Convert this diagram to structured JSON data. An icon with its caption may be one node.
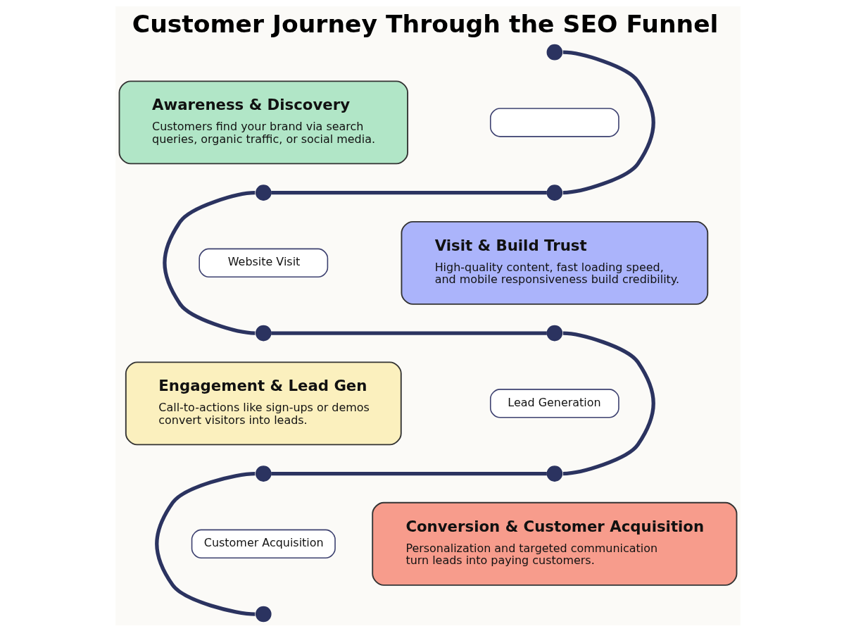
{
  "diagram": {
    "title": "Customer Journey Through the SEO Funnel",
    "nodes": [
      {
        "text": [],
        "shape": "circle"
      },
      {
        "text": [
          "Awareness & Discovery",
          "Customers find your brand via search queries, organic traffic, or social media."
        ]
      },
      {
        "text": [],
        "shape": "box"
      },
      {
        "text": [],
        "shape": "circle"
      },
      {
        "text": [],
        "shape": "circle"
      },
      {
        "text": [
          "Website Visit"
        ]
      },
      {
        "text": [
          "Visit & Build Trust",
          "High-quality content, fast loading speed, and mobile responsiveness build credibility."
        ]
      },
      {
        "text": [],
        "shape": "circle"
      },
      {
        "text": [],
        "shape": "circle"
      },
      {
        "text": [
          "Engagement & Lead Gen",
          "Call-to-actions like sign-ups or demos convert visitors into leads."
        ]
      },
      {
        "text": [
          "Lead Generation"
        ]
      },
      {
        "text": [],
        "shape": "circle"
      },
      {
        "text": [],
        "shape": "circle"
      },
      {
        "text": [
          "Customer Acquisition"
        ]
      },
      {
        "text": [
          "Conversion & Customer Acquisition",
          "Personalization and targeted communication turn leads into paying customers."
        ]
      },
      {
        "text": [],
        "shape": "circle"
      }
    ],
    "edges": [
      {
        "from": 0,
        "to": 4,
        "arrow": "none"
      },
      {
        "from": 4,
        "to": 3,
        "arrow": "none"
      },
      {
        "from": 3,
        "to": 7,
        "arrow": "none"
      },
      {
        "from": 7,
        "to": 8,
        "arrow": "none"
      },
      {
        "from": 8,
        "to": 12,
        "arrow": "none"
      },
      {
        "from": 12,
        "to": 11,
        "arrow": "none"
      },
      {
        "from": 11,
        "to": 15,
        "arrow": "none"
      }
    ]
  }
}
